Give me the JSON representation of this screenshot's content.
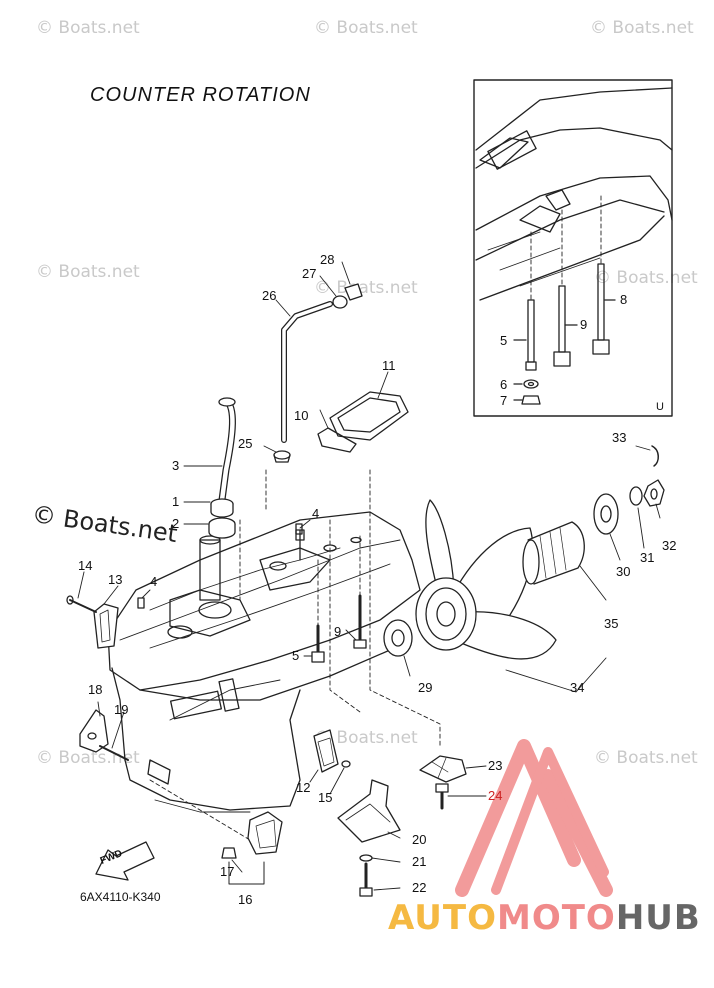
{
  "title": "COUNTER ROTATION",
  "part_code": "6AX4110-K340",
  "inset_label": "U",
  "fwd_label": "FWD",
  "watermark_text": "© Boats.net",
  "brand": {
    "part1": "AUTO",
    "part2": "MOTO",
    "part3": "HUB",
    "colors": {
      "auto": "#f5b942",
      "moto": "#f08a8a",
      "hub": "#666666",
      "logo": "#f08a8a"
    }
  },
  "callouts": {
    "c1": "1",
    "c2": "2",
    "c3": "3",
    "c4a": "4",
    "c4b": "4",
    "c5a": "5",
    "c5b": "5",
    "c6": "6",
    "c7": "7",
    "c8": "8",
    "c9a": "9",
    "c9b": "9",
    "c10": "10",
    "c11": "11",
    "c12": "12",
    "c13": "13",
    "c14": "14",
    "c15": "15",
    "c16": "16",
    "c17": "17",
    "c18": "18",
    "c19": "19",
    "c20": "20",
    "c21": "21",
    "c22": "22",
    "c23": "23",
    "c24": "24",
    "c25": "25",
    "c26": "26",
    "c27": "27",
    "c28": "28",
    "c29": "29",
    "c30": "30",
    "c31": "31",
    "c32": "32",
    "c33": "33",
    "c34": "34",
    "c35": "35"
  },
  "highlight_color": "#cc2222"
}
